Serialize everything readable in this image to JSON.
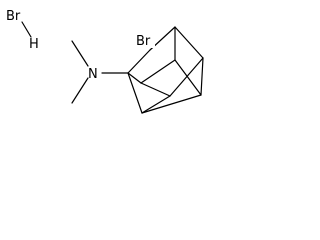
{
  "compound": {
    "salt": {
      "bromine_label": "Br",
      "hydrogen_label": "H"
    },
    "amine": {
      "nitrogen_label": "N"
    },
    "cage": {
      "bromine_label": "Br"
    }
  }
}
